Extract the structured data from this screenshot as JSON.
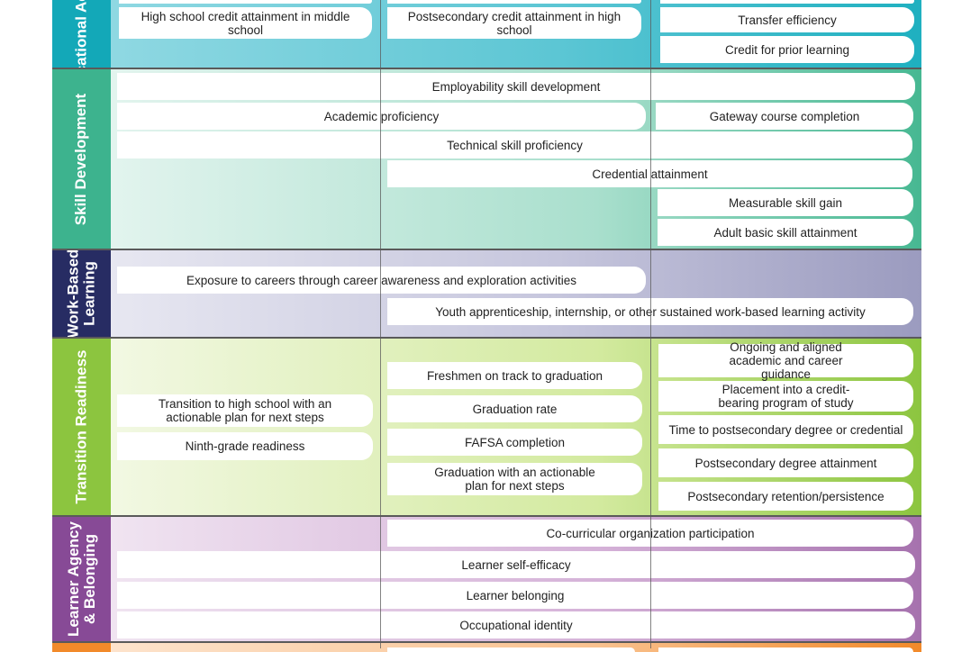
{
  "bands": {
    "educational": {
      "label": "Educational Accumulation",
      "items": {
        "hs_credit": "High school credit attainment in middle school",
        "ps_credit": "Postsecondary credit attainment in high school",
        "transfer": "Transfer efficiency",
        "prior_learning": "Credit for prior learning"
      }
    },
    "skill": {
      "label": "Skill Development",
      "items": {
        "employability": "Employability skill development",
        "academic": "Academic proficiency",
        "gateway": "Gateway course completion",
        "technical": "Technical skill proficiency",
        "credential": "Credential attainment",
        "measurable": "Measurable skill gain",
        "adult_basic": "Adult basic skill attainment"
      }
    },
    "wbl": {
      "label_line1": "Work-Based",
      "label_line2": "Learning",
      "items": {
        "exposure": "Exposure to careers through career awareness and exploration activities",
        "apprenticeship": "Youth apprenticeship, internship, or other sustained work-based learning activity"
      }
    },
    "transition": {
      "label": "Transition Readiness",
      "items": {
        "transition_hs": "Transition to high school with an actionable plan for next steps",
        "ninth_grade": "Ninth-grade readiness",
        "freshmen": "Freshmen on track to graduation",
        "grad_rate": "Graduation rate",
        "fafsa": "FAFSA completion",
        "grad_plan": "Graduation with an actionable plan for next steps",
        "guidance": "Ongoing and aligned academic and career guidance",
        "placement": "Placement into a credit-bearing program of study",
        "time_degree": "Time to postsecondary degree or credential",
        "degree": "Postsecondary degree attainment",
        "retention": "Postsecondary retention/persistence"
      }
    },
    "agency": {
      "label_line1": "Learner Agency",
      "label_line2": "& Belonging",
      "items": {
        "cocurricular": "Co-curricular organization participation",
        "self_efficacy": "Learner self-efficacy",
        "belonging": "Learner belonging",
        "occupational": "Occupational identity"
      }
    }
  },
  "colors": {
    "educational": "#13a8b8",
    "skill": "#3db38e",
    "wbl": "#272c63",
    "transition": "#8cc53f",
    "agency": "#874a96",
    "orange": "#f28a2a"
  }
}
